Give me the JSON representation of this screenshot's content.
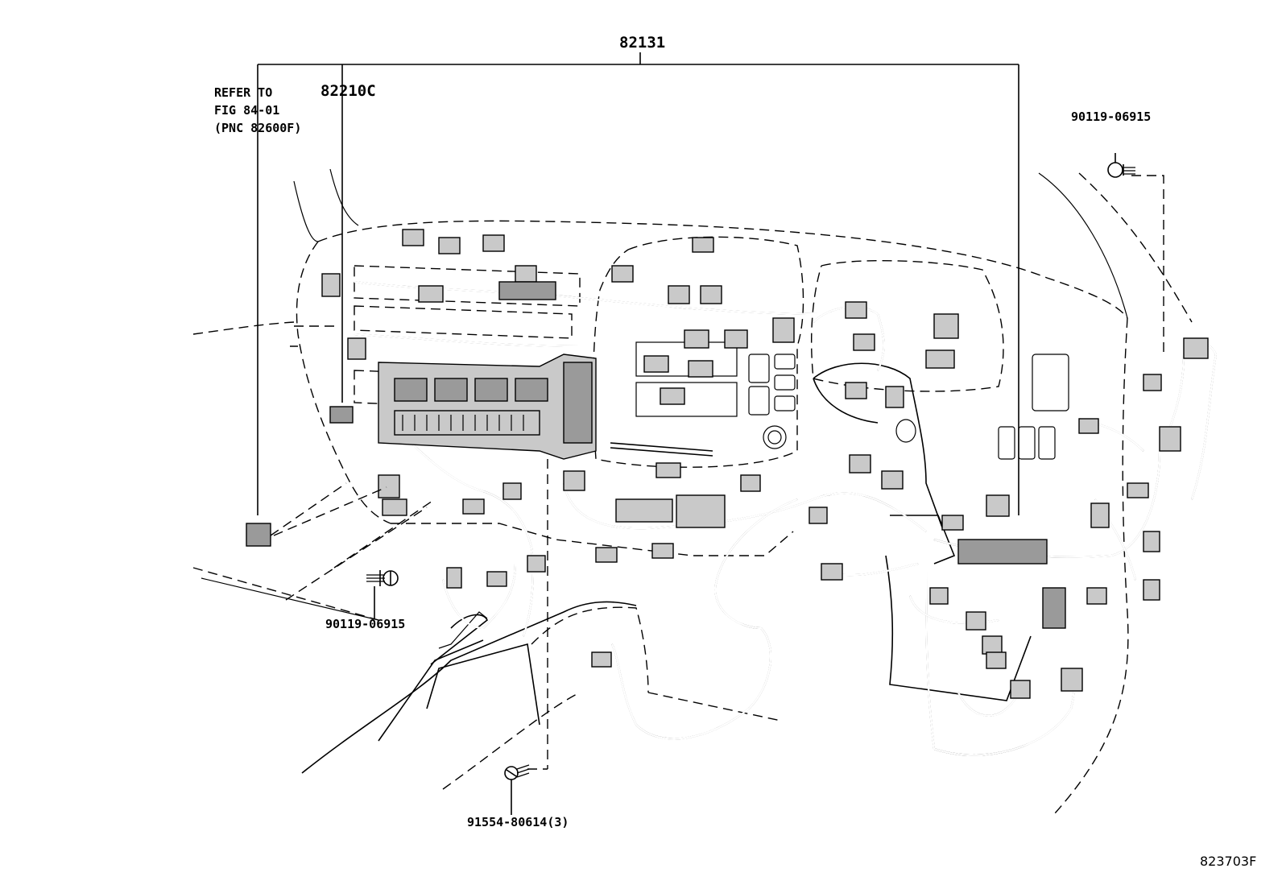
{
  "diagram": {
    "callouts": {
      "harness_main": "82131",
      "harness_sub": "82210C",
      "bolt_left": "90119-06915",
      "bolt_right": "90119-06915",
      "screw": "91554-80614(3)"
    },
    "reference_note": {
      "line1": "REFER TO",
      "line2": "FIG 84-01",
      "line3": "(PNC 82600F)"
    },
    "figure_code": "823703F"
  }
}
